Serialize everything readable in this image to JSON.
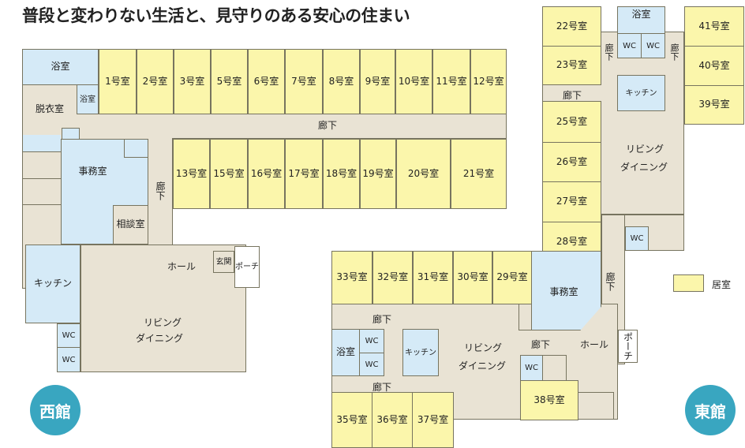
{
  "title": "普段と変わりない生活と、見守りのある安心の住まい",
  "colors": {
    "room": "#fbf6ab",
    "wet": "#d5eaf7",
    "common": "#e9e3d4",
    "badge": "#39a6c0"
  },
  "west": {
    "name": "西館",
    "bath_large": "浴室",
    "bath_small": "浴室",
    "dressing": "脱衣室",
    "corridor_h": "廊下",
    "corridor_v": "廊下",
    "office": "事務室",
    "consult": "相談室",
    "kitchen": "キッチン",
    "wc1": "WC",
    "wc2": "WC",
    "hall": "ホール",
    "entrance": "玄関",
    "porch": "ポーチ",
    "living1": "リビング",
    "living2": "ダイニング",
    "rooms_top": [
      "1号室",
      "2号室",
      "3号室",
      "5号室",
      "6号室",
      "7号室",
      "8号室",
      "9号室",
      "10号室",
      "11号室",
      "12号室"
    ],
    "rooms_mid": [
      "13号室",
      "15号室",
      "16号室",
      "17号室",
      "18号室",
      "19号室",
      "20号室",
      "21号室"
    ]
  },
  "east": {
    "name": "東館",
    "bath": "浴室",
    "wc_top1": "WC",
    "wc_top2": "WC",
    "kitchen_top": "キッチン",
    "corridor_top_left": "廊下",
    "corridor_top_right": "廊下",
    "corridor_h": "廊下",
    "rooms_left": [
      "22号室",
      "23号室"
    ],
    "rooms_right": [
      "41号室",
      "40号室",
      "39号室"
    ],
    "rooms_col": [
      "25号室",
      "26号室",
      "27号室",
      "28号室"
    ],
    "living_top1": "リビング",
    "living_top2": "ダイニング",
    "wc_mid": "WC",
    "corridor_v": "廊下",
    "office": "事務室",
    "rooms_row": [
      "33号室",
      "32号室",
      "31号室",
      "30号室",
      "29号室"
    ],
    "corridor_low1": "廊下",
    "bath_low": "浴室",
    "wc_low1": "WC",
    "wc_low2": "WC",
    "kitchen_low": "キッチン",
    "corridor_low2": "廊下",
    "living_low1": "リビング",
    "living_low2": "ダイニング",
    "corridor_hall": "廊下",
    "hall": "ホール",
    "porch": "ポーチ",
    "wc_hall": "WC",
    "room38": "38号室",
    "rooms_bottom": [
      "35号室",
      "36号室",
      "37号室"
    ]
  },
  "legend": {
    "label": "居室"
  }
}
